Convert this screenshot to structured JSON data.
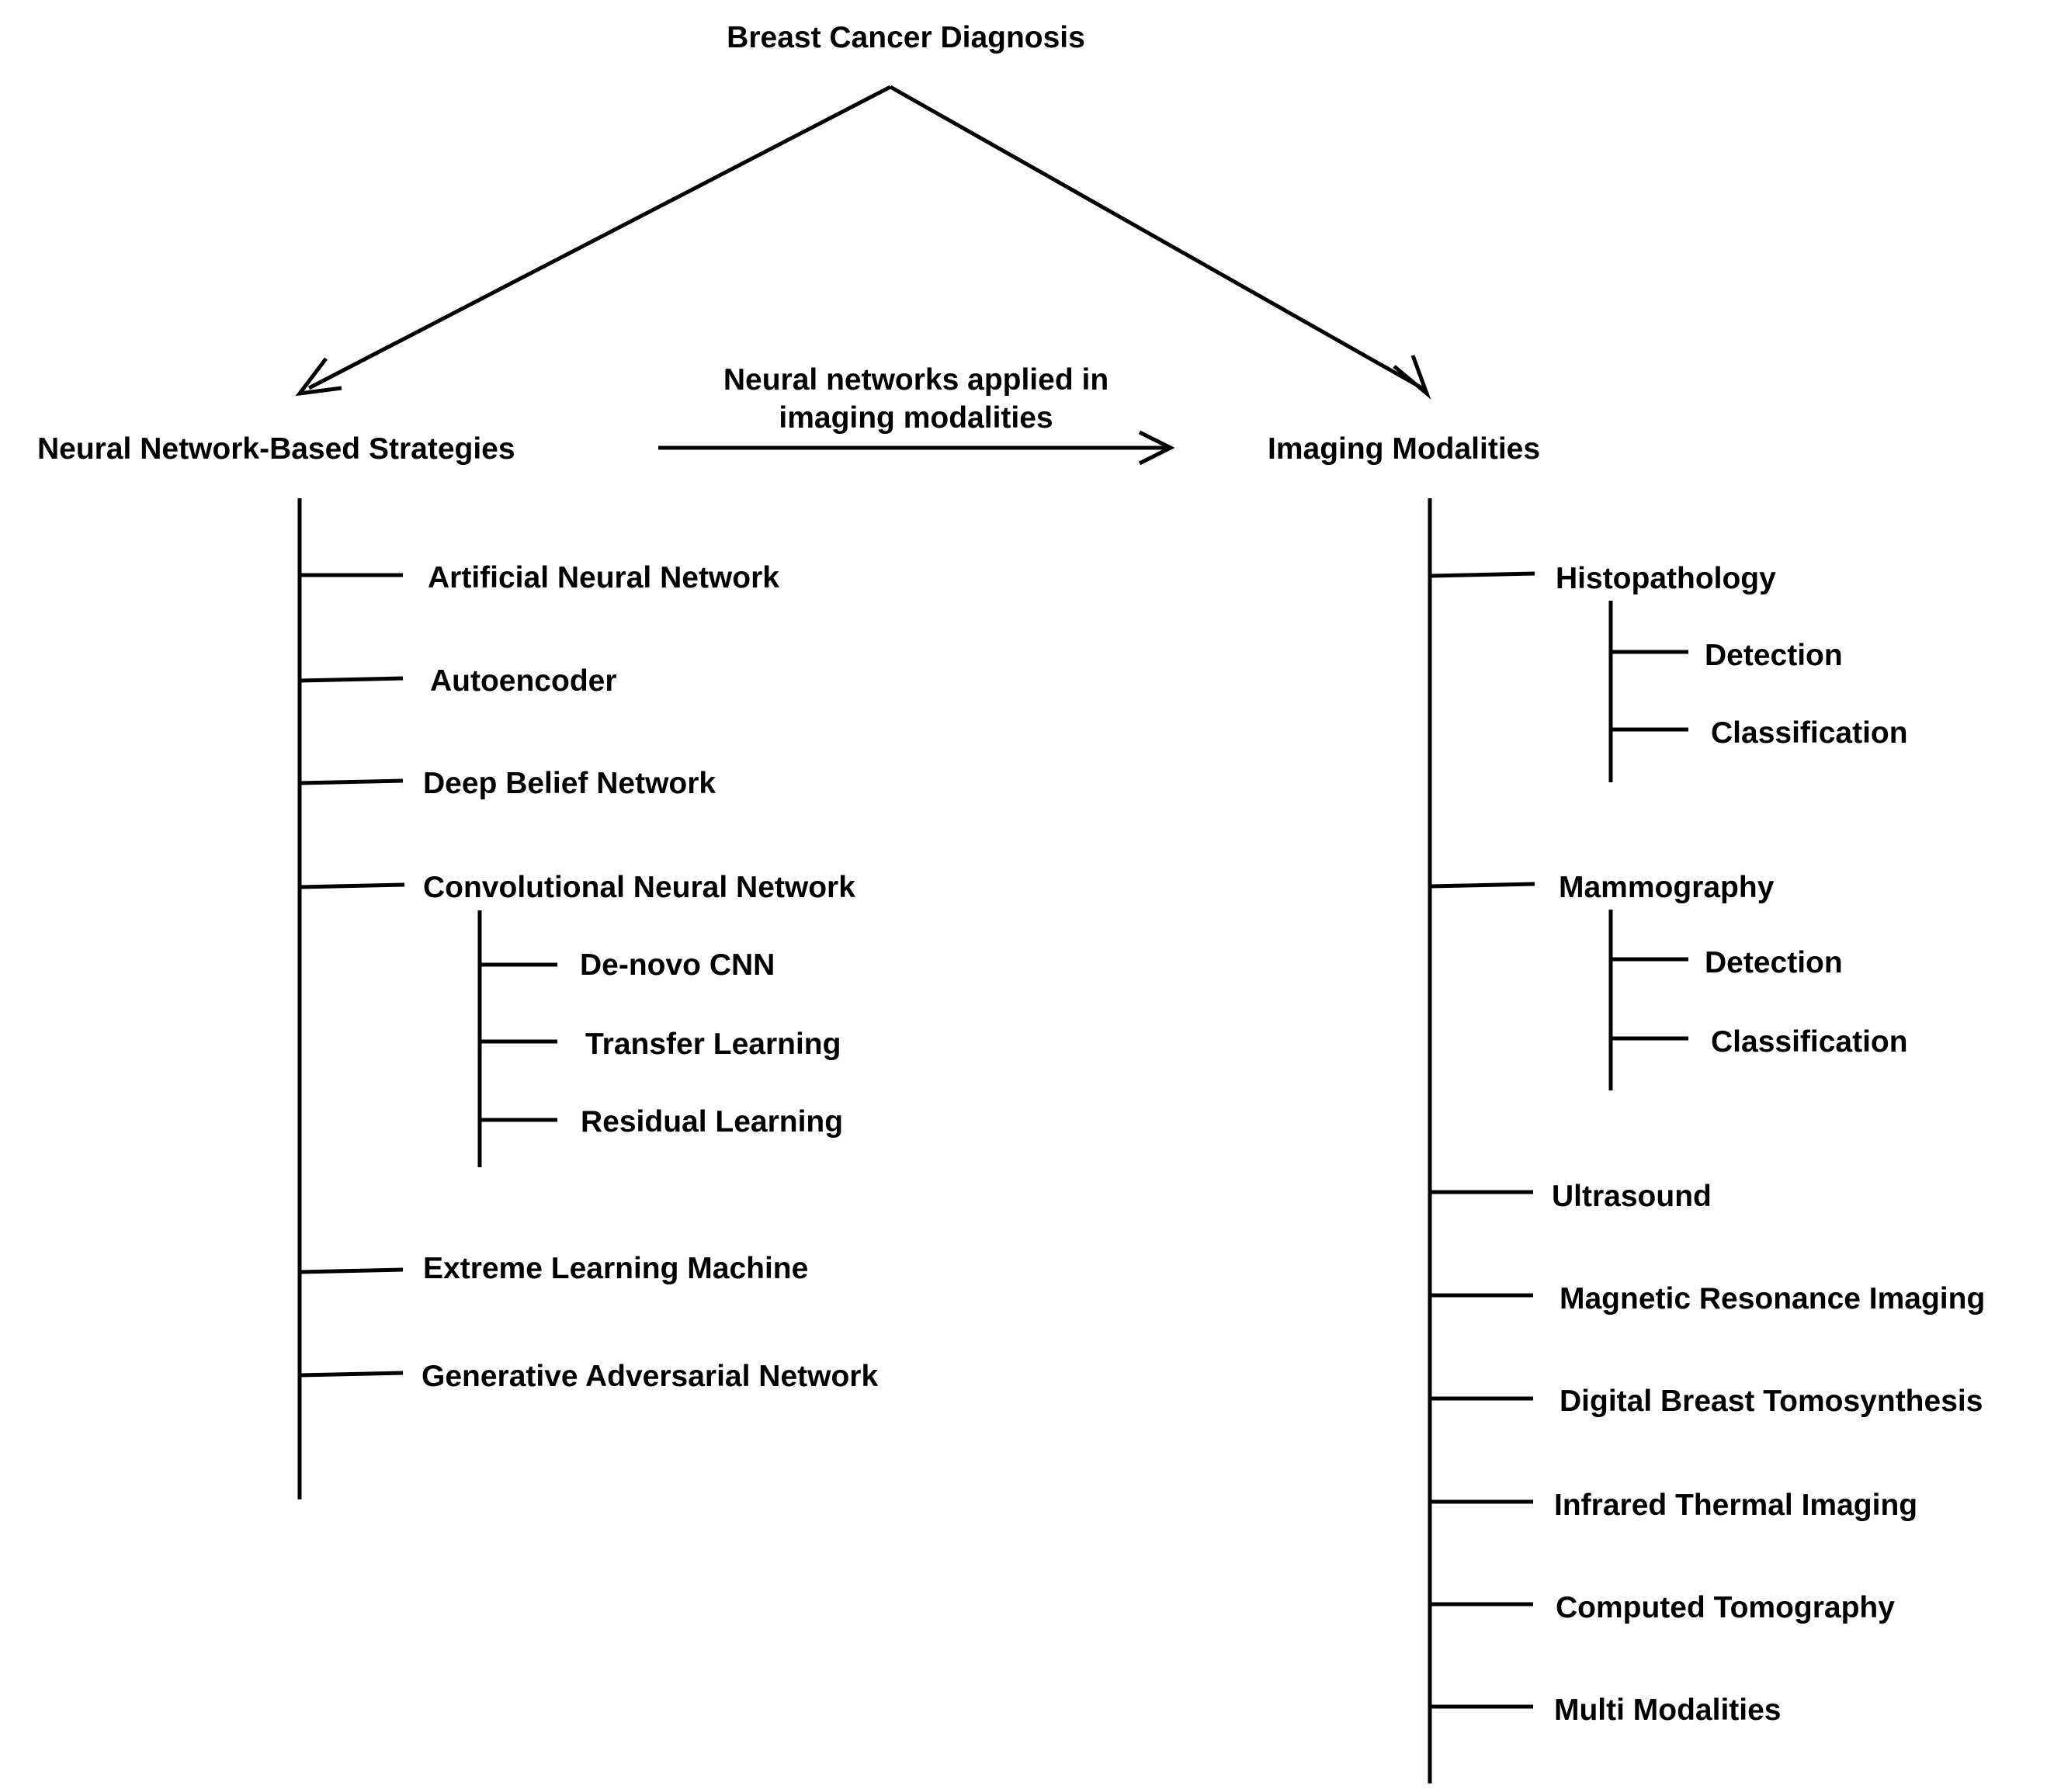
{
  "title": "Breast Cancer Diagnosis",
  "connector_label_line1": "Neural networks applied in",
  "connector_label_line2": "imaging modalities",
  "left_branch": {
    "label": "Neural Network-Based Strategies",
    "items": [
      "Artificial Neural Network",
      "Autoencoder",
      "Deep Belief Network",
      "Convolutional Neural Network",
      "De-novo CNN",
      "Transfer Learning",
      "Residual Learning",
      "Extreme Learning Machine",
      "Generative Adversarial Network"
    ]
  },
  "right_branch": {
    "label": "Imaging Modalities",
    "items": [
      "Histopathology",
      "Detection",
      "Classification",
      "Mammography",
      "Detection",
      "Classification",
      "Ultrasound",
      "Magnetic Resonance Imaging",
      "Digital Breast Tomosynthesis",
      "Infrared Thermal Imaging",
      "Computed Tomography",
      "Multi Modalities"
    ]
  }
}
